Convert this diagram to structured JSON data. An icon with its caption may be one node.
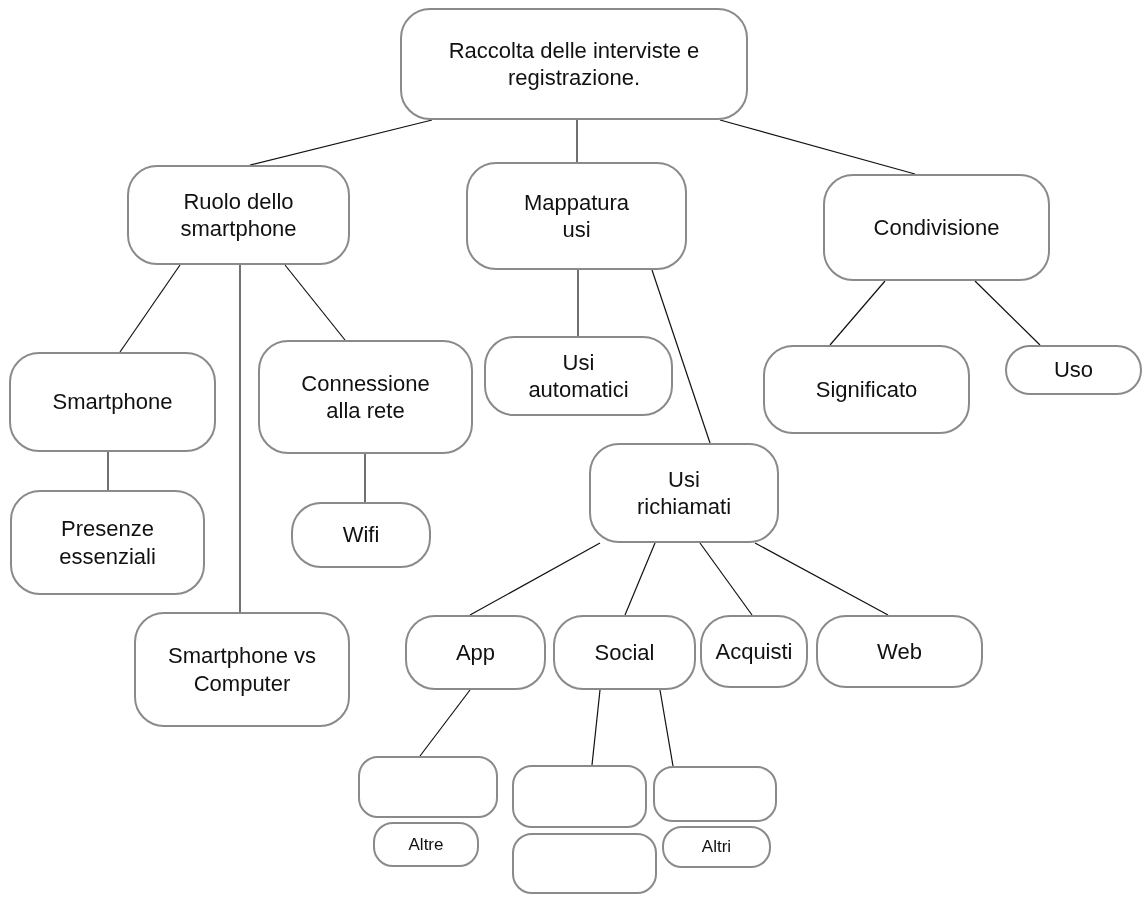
{
  "diagram": {
    "nodes": [
      {
        "text": [
          "Raccolta delle interviste e registrazione."
        ]
      },
      {
        "text": [
          "Ruolo dello smartphone"
        ]
      },
      {
        "text": [
          "Mappatura usi"
        ]
      },
      {
        "text": [
          "Condivisione"
        ]
      },
      {
        "text": [
          "Smartphone"
        ]
      },
      {
        "text": [
          "Connessione alla rete"
        ]
      },
      {
        "text": [
          "Presenze essenziali"
        ]
      },
      {
        "text": [
          "Wifi"
        ]
      },
      {
        "text": [
          "Smartphone vs Computer"
        ]
      },
      {
        "text": [
          "Usi automatici"
        ]
      },
      {
        "text": [
          "Significato"
        ]
      },
      {
        "text": [
          "Uso"
        ]
      },
      {
        "text": [
          "Usi richiamati"
        ]
      },
      {
        "text": [
          "App"
        ]
      },
      {
        "text": [
          "Social"
        ]
      },
      {
        "text": [
          "Acquisti"
        ]
      },
      {
        "text": [
          "Web"
        ]
      },
      {
        "text": [],
        "shape": "box"
      },
      {
        "text": [
          "Altre"
        ]
      },
      {
        "text": [],
        "shape": "box"
      },
      {
        "text": [],
        "shape": "box"
      },
      {
        "text": [],
        "shape": "box"
      },
      {
        "text": [
          "Altri"
        ]
      }
    ],
    "edges": [
      {
        "from": 0,
        "to": 1,
        "arrow": "none"
      },
      {
        "from": 0,
        "to": 2,
        "arrow": "none"
      },
      {
        "from": 0,
        "to": 3,
        "arrow": "none"
      },
      {
        "from": 1,
        "to": 4,
        "arrow": "none"
      },
      {
        "from": 1,
        "to": 8,
        "arrow": "none"
      },
      {
        "from": 1,
        "to": 5,
        "arrow": "none"
      },
      {
        "from": 4,
        "to": 6,
        "arrow": "none"
      },
      {
        "from": 5,
        "to": 7,
        "arrow": "none"
      },
      {
        "from": 2,
        "to": 9,
        "arrow": "none"
      },
      {
        "from": 2,
        "to": 12,
        "arrow": "none"
      },
      {
        "from": 3,
        "to": 10,
        "arrow": "none"
      },
      {
        "from": 3,
        "to": 11,
        "arrow": "none"
      },
      {
        "from": 12,
        "to": 13,
        "arrow": "none"
      },
      {
        "from": 12,
        "to": 14,
        "arrow": "none"
      },
      {
        "from": 12,
        "to": 15,
        "arrow": "none"
      },
      {
        "from": 12,
        "to": 16,
        "arrow": "none"
      },
      {
        "from": 13,
        "to": 17,
        "arrow": "none"
      },
      {
        "from": 14,
        "to": 19,
        "arrow": "none"
      },
      {
        "from": 14,
        "to": 20,
        "arrow": "none"
      }
    ]
  }
}
